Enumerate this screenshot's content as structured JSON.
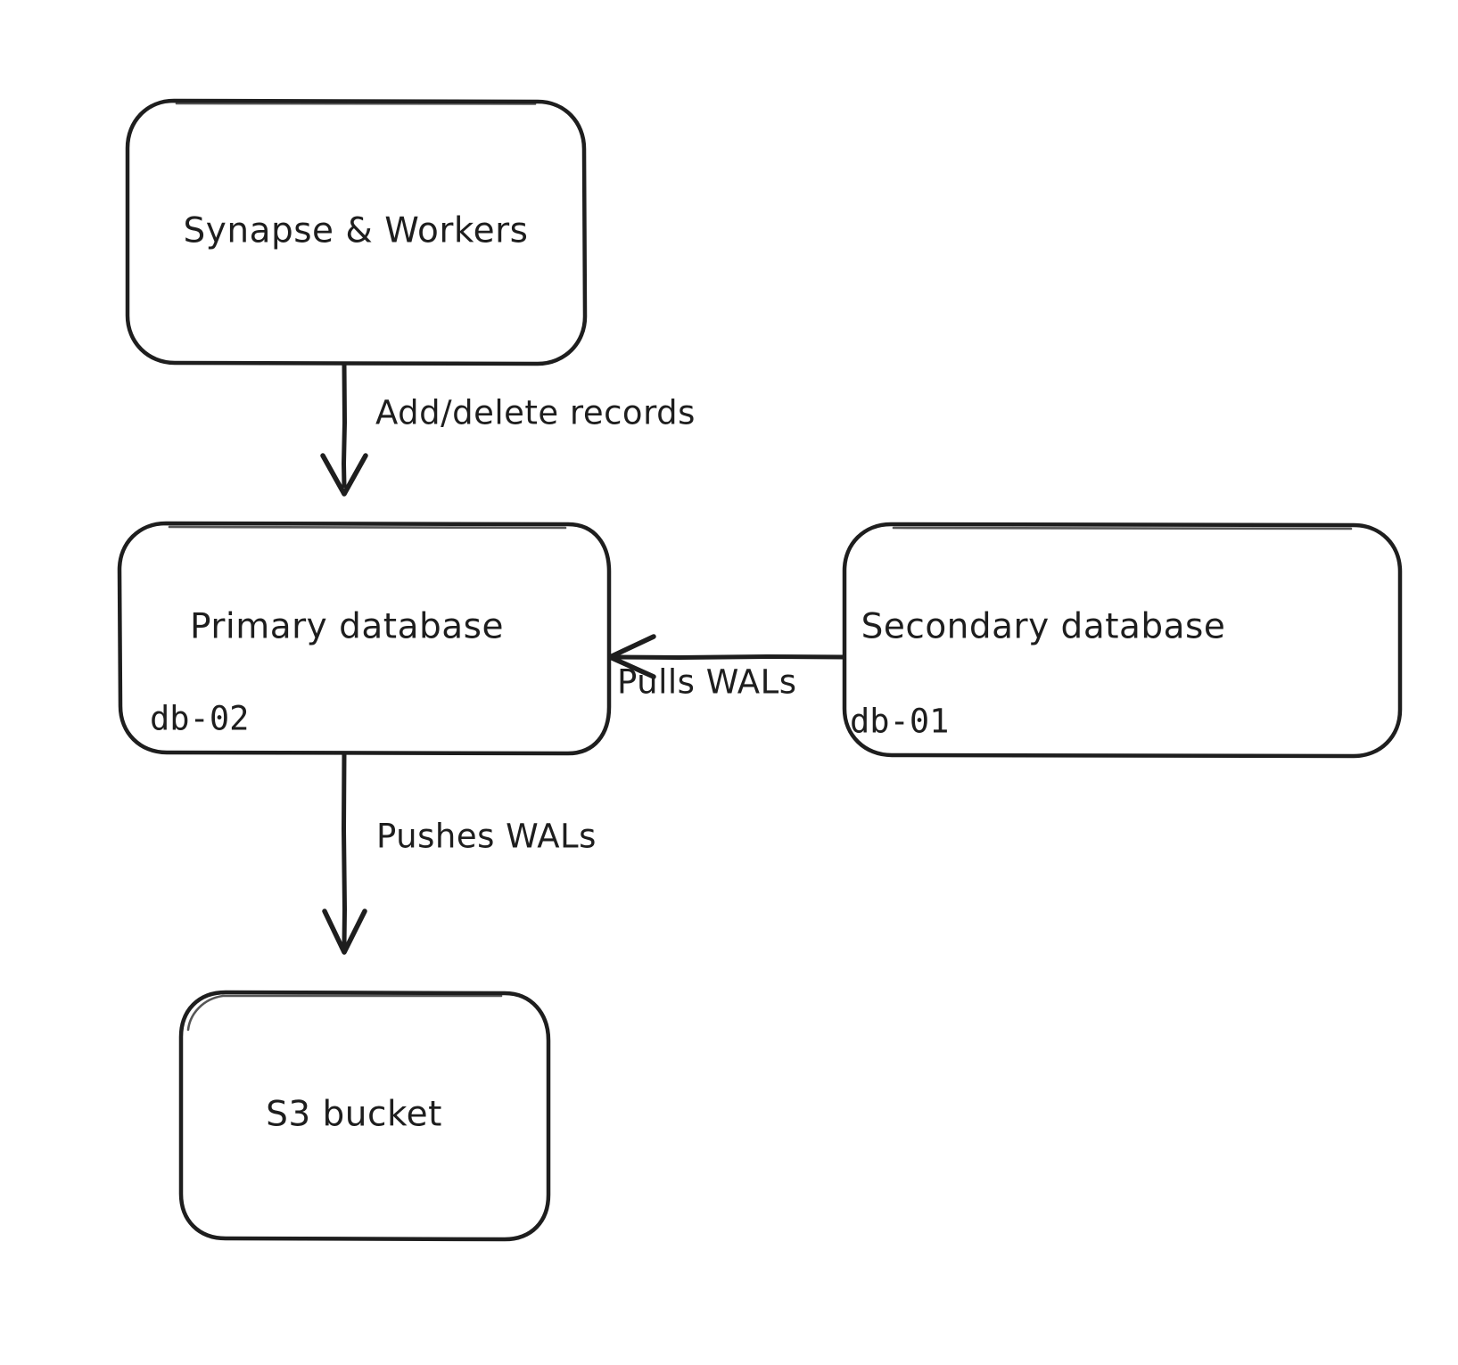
{
  "diagram": {
    "type": "flowchart",
    "style": "hand-drawn",
    "background_color": "#ffffff",
    "stroke_color": "#1e1e1e",
    "nodes": [
      {
        "id": "synapse",
        "title": "Synapse & Workers",
        "sublabel": "",
        "shape": "rounded-rectangle"
      },
      {
        "id": "primary_db",
        "title": "Primary database",
        "sublabel": "db-02",
        "shape": "rounded-rectangle"
      },
      {
        "id": "secondary_db",
        "title": "Secondary database",
        "sublabel": "db-01",
        "shape": "rounded-rectangle"
      },
      {
        "id": "s3",
        "title": "S3 bucket",
        "sublabel": "",
        "shape": "rounded-rectangle"
      }
    ],
    "edges": [
      {
        "id": "edge-synapse-primary",
        "from": "synapse",
        "to": "primary_db",
        "label": "Add/delete records",
        "direction": "down"
      },
      {
        "id": "edge-secondary-primary",
        "from": "secondary_db",
        "to": "primary_db",
        "label": "Pulls WALs",
        "direction": "left"
      },
      {
        "id": "edge-primary-s3",
        "from": "primary_db",
        "to": "s3",
        "label": "Pushes WALs",
        "direction": "down"
      }
    ]
  }
}
